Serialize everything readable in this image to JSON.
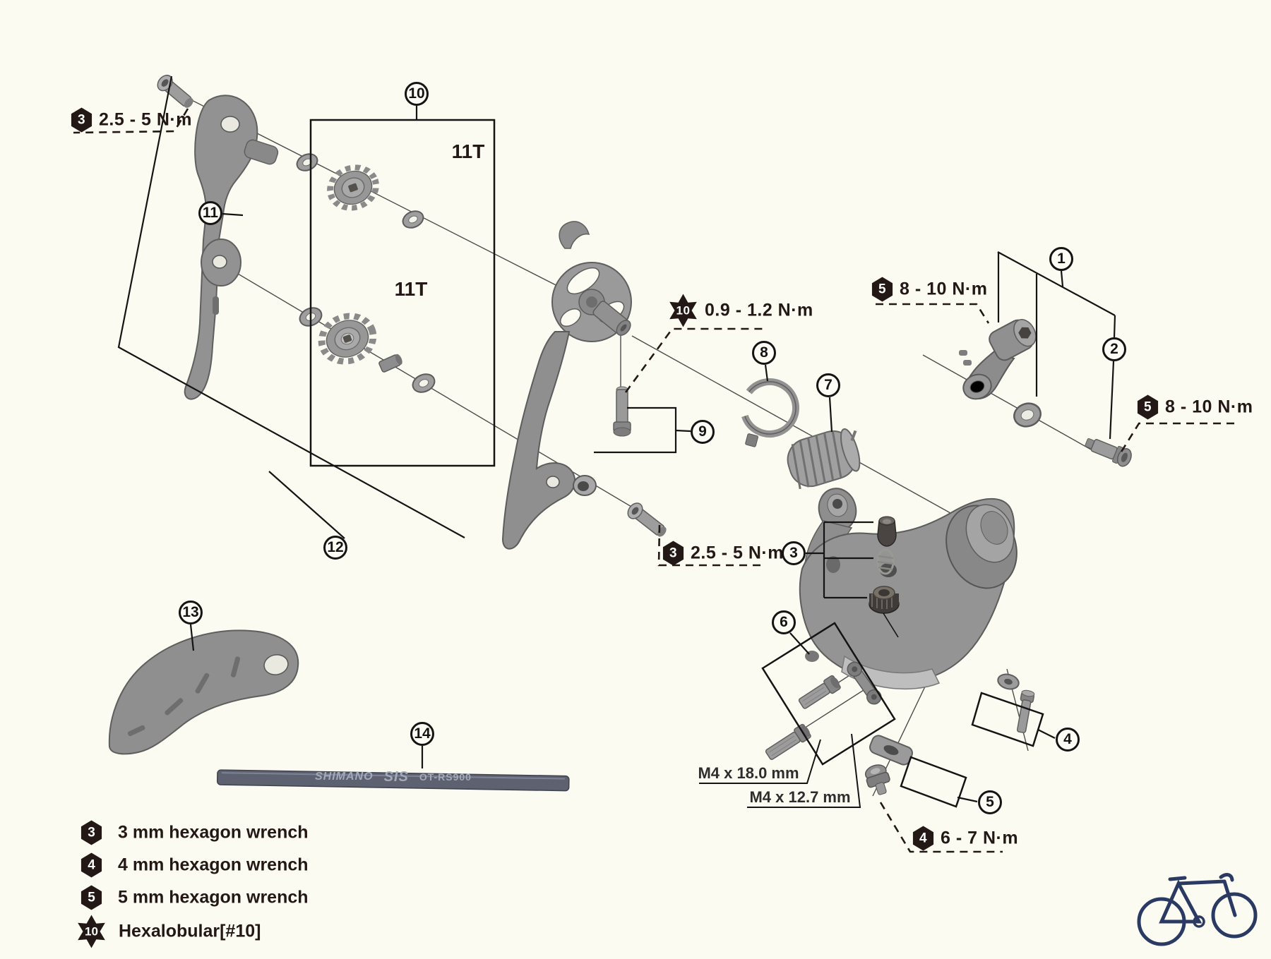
{
  "torque_labels": {
    "top_left": {
      "tool_size": "3",
      "text": "2.5 - 5 N·m"
    },
    "hexalobular": {
      "tool_size": "10",
      "text": "0.9 - 1.2 N·m"
    },
    "link_bolt": {
      "tool_size": "5",
      "text": "8 - 10 N·m"
    },
    "b_axle": {
      "tool_size": "5",
      "text": "8 - 10 N·m"
    },
    "cage_bolt": {
      "tool_size": "3",
      "text": "2.5 - 5 N·m"
    },
    "cable_fixing": {
      "tool_size": "4",
      "text": "6 - 7 N·m"
    }
  },
  "callouts": {
    "c1": "1",
    "c2": "2",
    "c3": "3",
    "c4": "4",
    "c5": "5",
    "c6": "6",
    "c7": "7",
    "c8": "8",
    "c9": "9",
    "c10": "10",
    "c11": "11",
    "c12": "12",
    "c13": "13",
    "c14": "14"
  },
  "annotations": {
    "pulley_upper": "11T",
    "pulley_lower": "11T",
    "bolt_long": "M4 x 18.0 mm",
    "bolt_short": "M4 x 12.7 mm"
  },
  "cable": {
    "brand": "SHIMANO",
    "system": "SIS",
    "model": "OT-RS900"
  },
  "legend": {
    "rows": [
      {
        "tool": "3",
        "shape": "hex",
        "label": "3 mm hexagon wrench"
      },
      {
        "tool": "4",
        "shape": "hex",
        "label": "4 mm hexagon wrench"
      },
      {
        "tool": "5",
        "shape": "hex",
        "label": "5 mm hexagon wrench"
      },
      {
        "tool": "10",
        "shape": "star",
        "label": "Hexalobular[#10]"
      }
    ]
  },
  "colors": {
    "background": "#fbfbf1",
    "ink": "#231815",
    "part_grey": "#949494",
    "cable": "#5d6170",
    "logo_navy": "#2a3a63"
  }
}
